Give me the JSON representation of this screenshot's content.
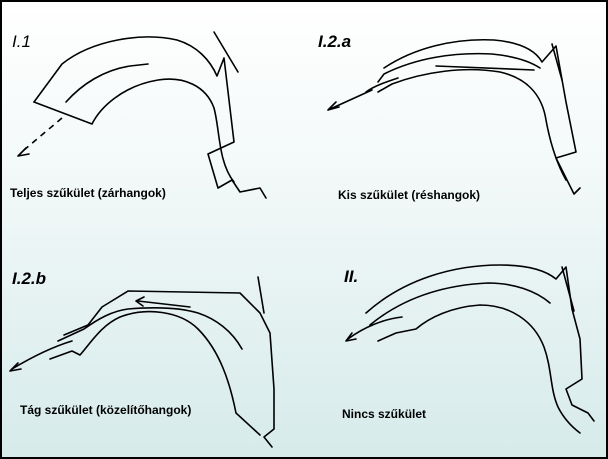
{
  "panels": [
    {
      "id": "I.1",
      "caption": "Teljes szűkület (zárhangok)"
    },
    {
      "id": "I.2.a",
      "caption": "Kis szűkület (réshangok)"
    },
    {
      "id": "I.2.b",
      "caption": "Tág szűkület (közelítőhangok)"
    },
    {
      "id": "II.",
      "caption": "Nincs szűkület"
    }
  ],
  "colors": {
    "line": "#000000",
    "border": "#000000",
    "background_top": "#ffffff",
    "background_bottom": "#d6ebea"
  }
}
